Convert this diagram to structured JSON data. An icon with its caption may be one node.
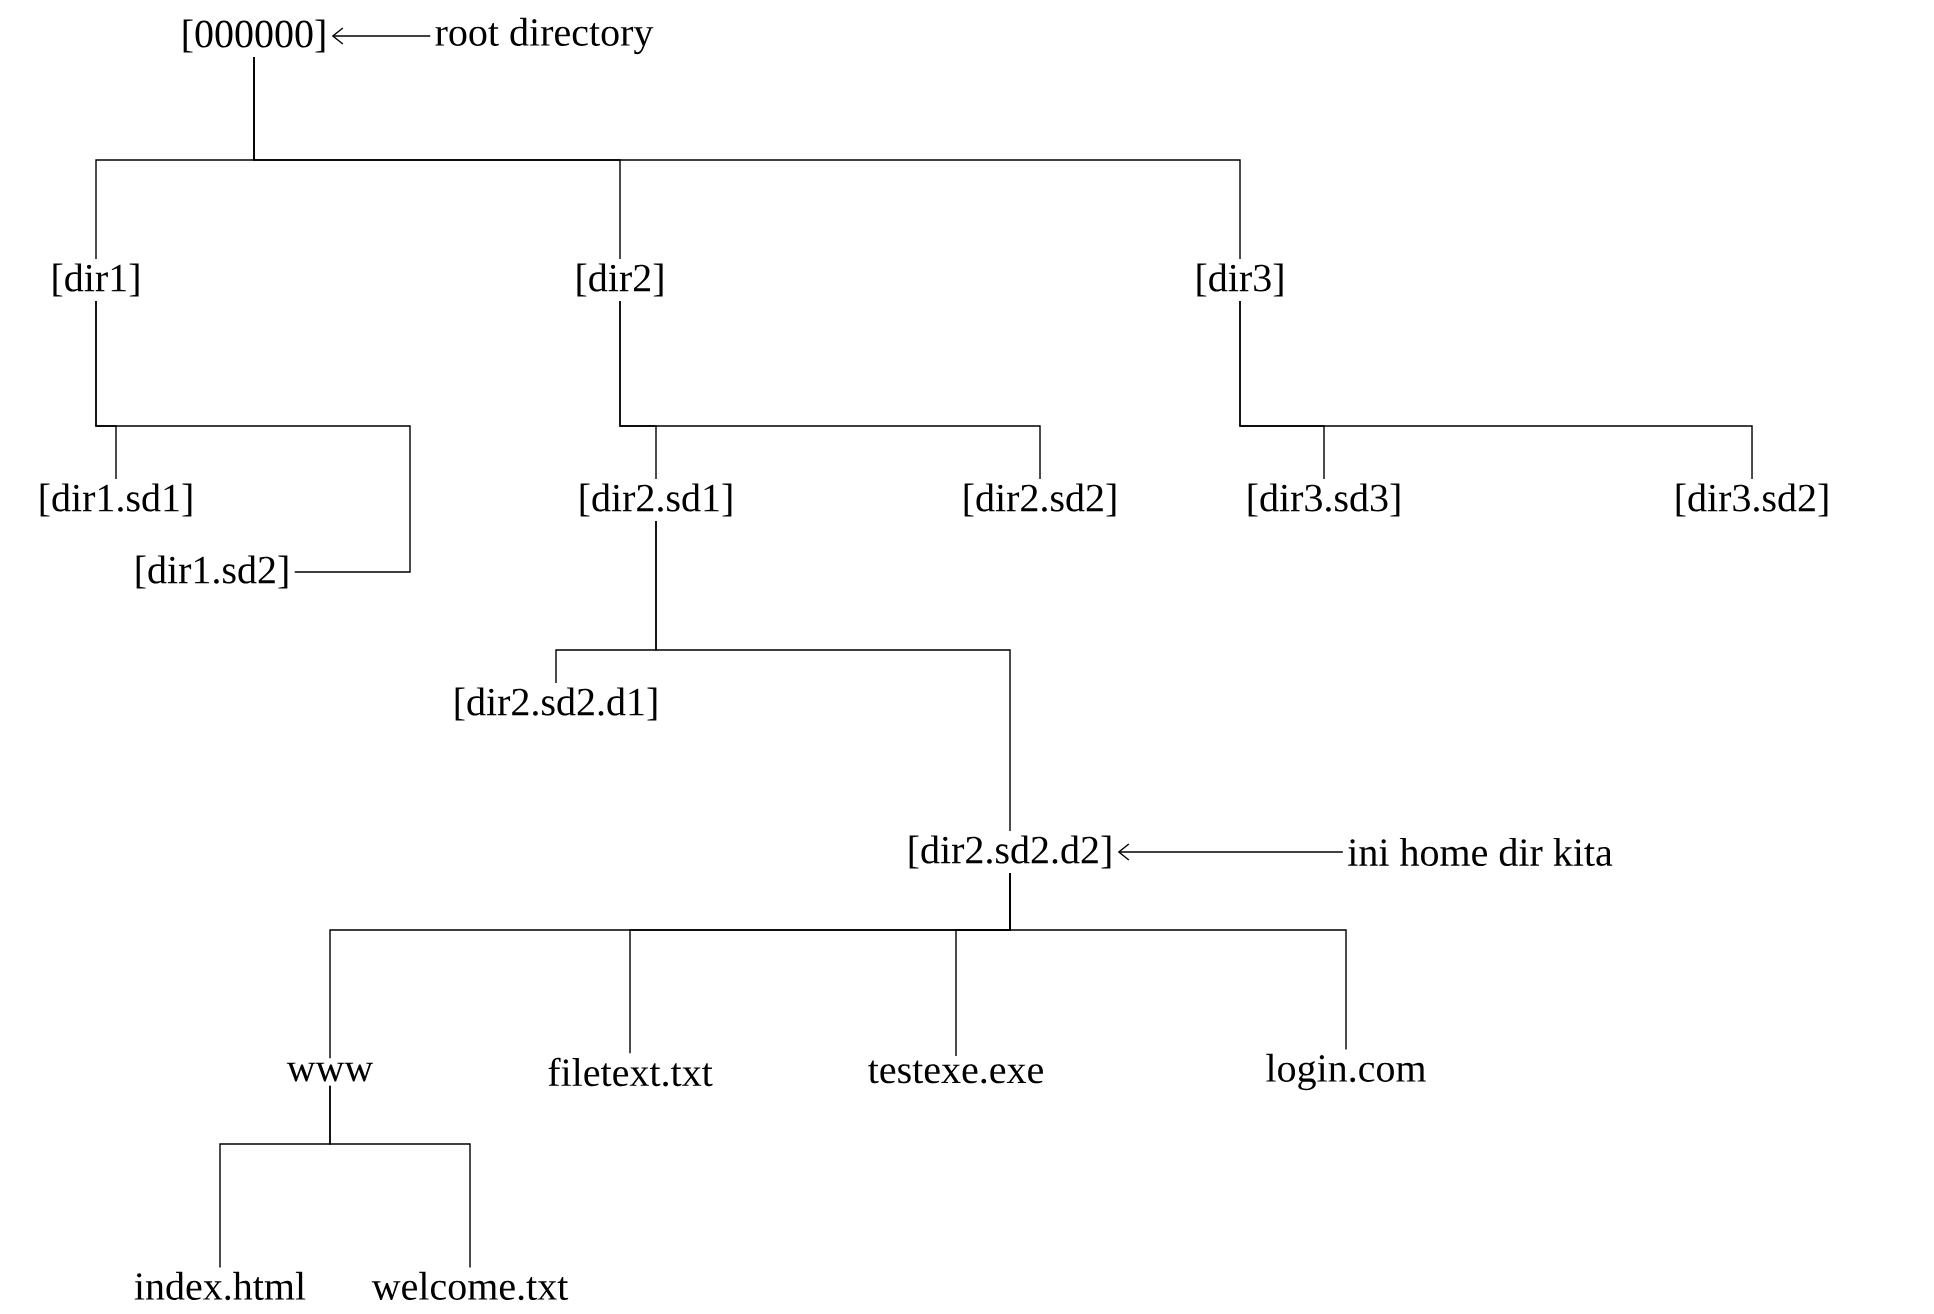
{
  "diagram": {
    "nodes": [
      {
        "text": [
          "[000000]"
        ]
      },
      {
        "text": [
          "root directory"
        ]
      },
      {
        "text": [
          "[dir1]"
        ]
      },
      {
        "text": [
          "[dir2]"
        ]
      },
      {
        "text": [
          "[dir3]"
        ]
      },
      {
        "text": [
          "[dir1.sd1]"
        ]
      },
      {
        "text": [
          "[dir1.sd2]"
        ]
      },
      {
        "text": [
          "[dir2.sd1]"
        ]
      },
      {
        "text": [
          "[dir2.sd2]"
        ]
      },
      {
        "text": [
          "[dir3.sd3]"
        ]
      },
      {
        "text": [
          "[dir3.sd2]"
        ]
      },
      {
        "text": [
          "[dir2.sd2.d1]"
        ]
      },
      {
        "text": [
          "[dir2.sd2.d2]"
        ]
      },
      {
        "text": [
          "ini home dir kita"
        ]
      },
      {
        "text": [
          "www"
        ]
      },
      {
        "text": [
          "filetext.txt"
        ]
      },
      {
        "text": [
          "testexe.exe"
        ]
      },
      {
        "text": [
          "login.com"
        ]
      },
      {
        "text": [
          "index.html"
        ]
      },
      {
        "text": [
          "welcome.txt"
        ]
      }
    ],
    "edges": [
      {
        "from": 1,
        "to": 0,
        "arrow": "to"
      },
      {
        "from": 0,
        "to": 2,
        "arrow": "none"
      },
      {
        "from": 0,
        "to": 3,
        "arrow": "none"
      },
      {
        "from": 0,
        "to": 4,
        "arrow": "none"
      },
      {
        "from": 2,
        "to": 5,
        "arrow": "none"
      },
      {
        "from": 2,
        "to": 6,
        "arrow": "none"
      },
      {
        "from": 3,
        "to": 7,
        "arrow": "none"
      },
      {
        "from": 3,
        "to": 8,
        "arrow": "none"
      },
      {
        "from": 4,
        "to": 9,
        "arrow": "none"
      },
      {
        "from": 4,
        "to": 10,
        "arrow": "none"
      },
      {
        "from": 7,
        "to": 11,
        "arrow": "none"
      },
      {
        "from": 7,
        "to": 12,
        "arrow": "none"
      },
      {
        "from": 13,
        "to": 12,
        "arrow": "to"
      },
      {
        "from": 12,
        "to": 14,
        "arrow": "none"
      },
      {
        "from": 12,
        "to": 15,
        "arrow": "none"
      },
      {
        "from": 12,
        "to": 16,
        "arrow": "none"
      },
      {
        "from": 12,
        "to": 17,
        "arrow": "none"
      },
      {
        "from": 14,
        "to": 18,
        "arrow": "none"
      },
      {
        "from": 14,
        "to": 19,
        "arrow": "none"
      }
    ]
  }
}
